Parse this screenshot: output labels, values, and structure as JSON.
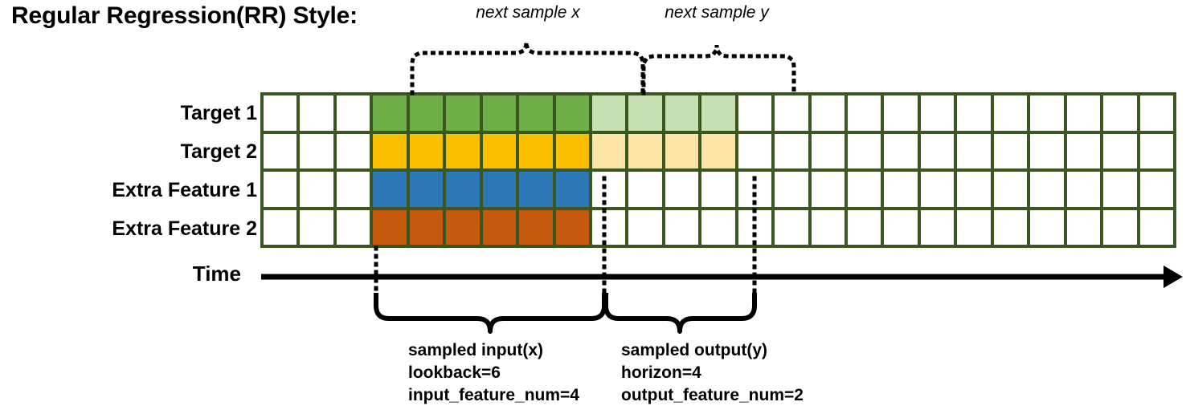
{
  "title": "Regular Regression(RR) Style:",
  "row_labels": [
    {
      "name": "target-1",
      "label": "Target 1"
    },
    {
      "name": "target-2",
      "label": "Target 2"
    },
    {
      "name": "extra-feature-1",
      "label": "Extra Feature 1"
    },
    {
      "name": "extra-feature-2",
      "label": "Extra Feature 2"
    }
  ],
  "time_axis": {
    "label": "Time",
    "arrow": "right-arrow-icon"
  },
  "top_annotations": [
    {
      "name": "next-sample-x",
      "label": "next sample x"
    },
    {
      "name": "next-sample-y",
      "label": "next sample y"
    }
  ],
  "bottom_annotations": [
    {
      "name": "sampled-input",
      "lines": [
        "sampled input(x)",
        "lookback=6",
        "input_feature_num=4"
      ]
    },
    {
      "name": "sampled-output",
      "lines": [
        "sampled output(y)",
        "horizon=4",
        "output_feature_num=2"
      ]
    }
  ],
  "colors": {
    "grid_border": "#3B5720",
    "empty": "#FFFFFF",
    "target1_input": "#6FAE46",
    "target1_output": "#C6E0B4",
    "target2_input": "#FBBF00",
    "target2_output": "#FDE5A8",
    "extra_feature1": "#2E77B6",
    "extra_feature2": "#C5590F",
    "axis": "#000000"
  },
  "chart_data": {
    "type": "table",
    "title": "Regular Regression(RR) Style:",
    "columns": 25,
    "rows": 4,
    "lookback": 6,
    "horizon": 4,
    "input_feature_num": 4,
    "output_feature_num": 2,
    "input_start_column": 4,
    "input_end_column": 9,
    "output_start_column": 10,
    "output_end_column": 13,
    "row_names": [
      "Target 1",
      "Target 2",
      "Extra Feature 1",
      "Extra Feature 2"
    ],
    "cell_fills": [
      [
        "empty",
        "empty",
        "empty",
        "target1_input",
        "target1_input",
        "target1_input",
        "target1_input",
        "target1_input",
        "target1_input",
        "target1_output",
        "target1_output",
        "target1_output",
        "target1_output",
        "empty",
        "empty",
        "empty",
        "empty",
        "empty",
        "empty",
        "empty",
        "empty",
        "empty",
        "empty",
        "empty",
        "empty"
      ],
      [
        "empty",
        "empty",
        "empty",
        "target2_input",
        "target2_input",
        "target2_input",
        "target2_input",
        "target2_input",
        "target2_input",
        "target2_output",
        "target2_output",
        "target2_output",
        "target2_output",
        "empty",
        "empty",
        "empty",
        "empty",
        "empty",
        "empty",
        "empty",
        "empty",
        "empty",
        "empty",
        "empty",
        "empty"
      ],
      [
        "empty",
        "empty",
        "empty",
        "extra_feature1",
        "extra_feature1",
        "extra_feature1",
        "extra_feature1",
        "extra_feature1",
        "extra_feature1",
        "empty",
        "empty",
        "empty",
        "empty",
        "empty",
        "empty",
        "empty",
        "empty",
        "empty",
        "empty",
        "empty",
        "empty",
        "empty",
        "empty",
        "empty",
        "empty"
      ],
      [
        "empty",
        "empty",
        "empty",
        "extra_feature2",
        "extra_feature2",
        "extra_feature2",
        "extra_feature2",
        "extra_feature2",
        "extra_feature2",
        "empty",
        "empty",
        "empty",
        "empty",
        "empty",
        "empty",
        "empty",
        "empty",
        "empty",
        "empty",
        "empty",
        "empty",
        "empty",
        "empty",
        "empty",
        "empty"
      ]
    ],
    "legend": [
      "next sample x",
      "next sample y",
      "sampled input(x)",
      "sampled output(y)"
    ]
  }
}
